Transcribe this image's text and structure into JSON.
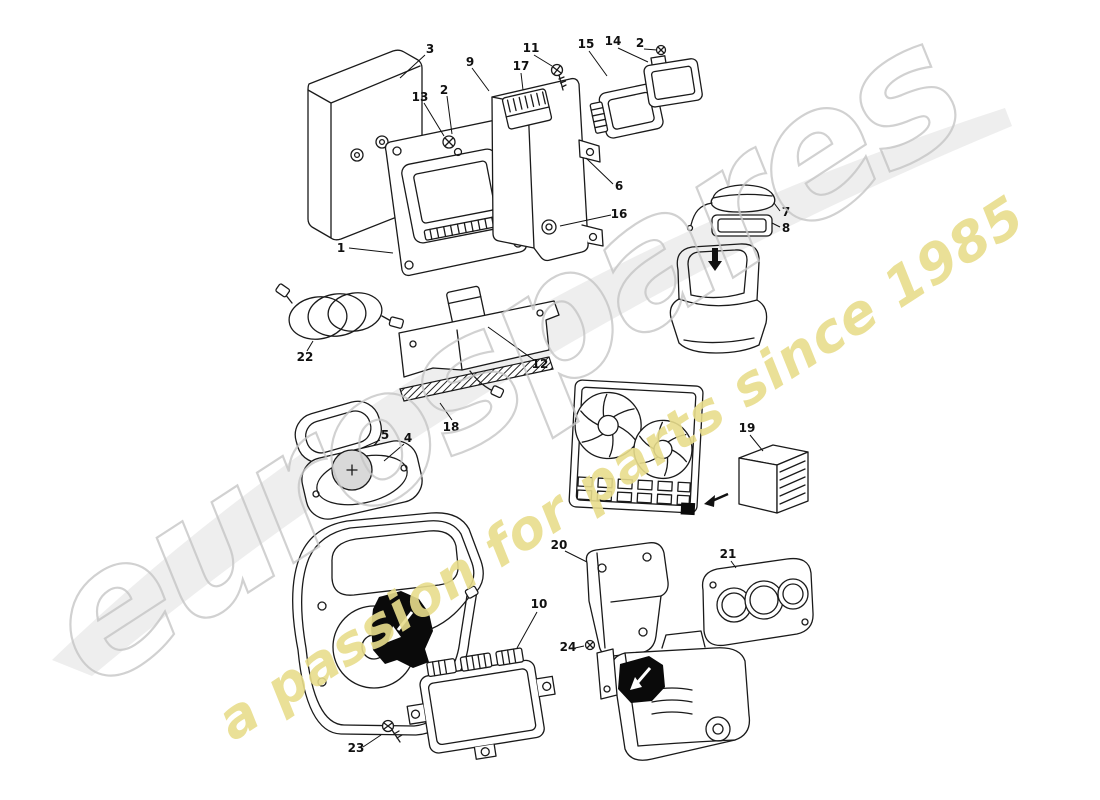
{
  "watermark": {
    "brand": "eurospares",
    "tagline": "a passion for parts since 1985"
  },
  "colors": {
    "line": "#1a1a1a",
    "watermark_gray": "#c6c6c6",
    "watermark_yellow": "#e8dd8c",
    "fill_black": "#0a0a0a",
    "dome_gray": "#d9d9d9"
  },
  "callouts": {
    "n1": "1",
    "n2a": "2",
    "n2b": "2",
    "n3": "3",
    "n4": "4",
    "n5": "5",
    "n6": "6",
    "n7": "7",
    "n8": "8",
    "n9": "9",
    "n10": "10",
    "n11": "11",
    "n12": "12",
    "n13": "13",
    "n14": "14",
    "n15": "15",
    "n16": "16",
    "n17": "17",
    "n18": "18",
    "n19": "19",
    "n20": "20",
    "n21": "21",
    "n22": "22",
    "n23": "23",
    "n24": "24"
  }
}
